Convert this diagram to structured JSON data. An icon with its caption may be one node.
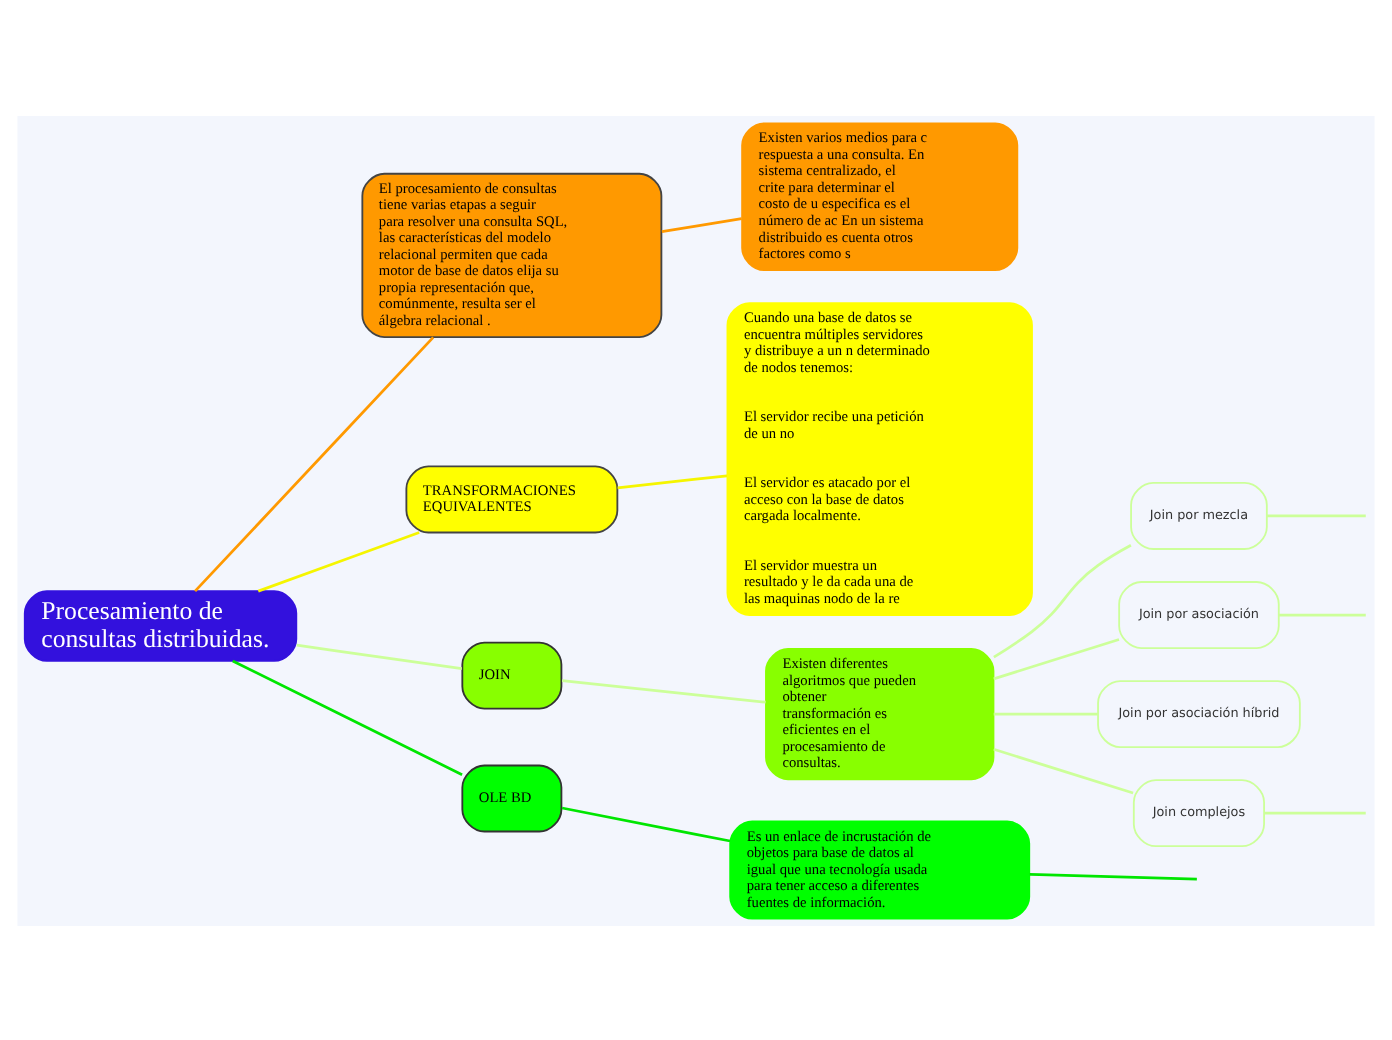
{
  "diagram": {
    "nodes": [
      {
        "text": [
          "Procesamiento de consultas distribuidas."
        ]
      },
      {
        "text": [
          "El procesamiento de consultas tiene varias etapas a seguir para resolver una consulta SQL, las características del modelo relacional permiten que cada motor de base de datos elija su propia representación que, comúnmente, resulta ser el álgebra relacional ."
        ]
      },
      {
        "text": [
          "Existen varios medios para c respuesta a una consulta. En sistema centralizado, el crite para determinar el costo de u especifica es el número de ac En un sistema distribuido es cuenta otros factores como s"
        ]
      },
      {
        "text": [
          "TRANSFORMACIONES EQUIVALENTES"
        ]
      },
      {
        "text": [
          "Cuando una base de datos se encuentra múltiples servidores y distribuye a un n determinado de nodos tenemos:",
          "El servidor recibe una petición de un no",
          "El servidor es atacado por el acceso con la base de datos cargada localmente.",
          "El servidor muestra un resultado y le da cada una de las maquinas nodo de la re"
        ]
      },
      {
        "text": [
          "JOIN"
        ]
      },
      {
        "text": [
          "Existen diferentes algoritmos que pueden obtener transformación es eficientes en el procesamiento de consultas."
        ]
      },
      {
        "text": [
          "Join por mezcla"
        ]
      },
      {
        "text": [
          "Join por asociación"
        ]
      },
      {
        "text": [
          "Join por asociación híbrid"
        ]
      },
      {
        "text": [
          "Join complejos"
        ]
      },
      {
        "text": [
          "OLE BD"
        ]
      },
      {
        "text": [
          "Es un enlace de incrustación de objetos para base de datos al igual que una tecnología usada para tener acceso a diferentes fuentes de información."
        ]
      }
    ],
    "edges": [
      {
        "from": 0,
        "to": 1,
        "arrow": "none",
        "color": "#ff9900"
      },
      {
        "from": 1,
        "to": 2,
        "arrow": "none",
        "color": "#ff9900"
      },
      {
        "from": 0,
        "to": 3,
        "arrow": "none",
        "color": "#f5f500"
      },
      {
        "from": 3,
        "to": 4,
        "arrow": "none",
        "color": "#f5f500"
      },
      {
        "from": 0,
        "to": 5,
        "arrow": "none"
      },
      {
        "from": 5,
        "to": 6,
        "arrow": "none"
      },
      {
        "from": 6,
        "to": 7,
        "arrow": "none"
      },
      {
        "from": 6,
        "to": 8,
        "arrow": "none"
      },
      {
        "from": 6,
        "to": 9,
        "arrow": "none"
      },
      {
        "from": 6,
        "to": 10,
        "arrow": "none"
      },
      {
        "from": 7,
        "to": null,
        "arrow": "none"
      },
      {
        "from": 8,
        "to": null,
        "arrow": "none"
      },
      {
        "from": 10,
        "to": null,
        "arrow": "none"
      },
      {
        "from": 0,
        "to": 11,
        "arrow": "none",
        "color": "#00e600"
      },
      {
        "from": 11,
        "to": 12,
        "arrow": "none",
        "color": "#00e600"
      },
      {
        "from": 12,
        "to": null,
        "arrow": "none",
        "color": "#00e600"
      }
    ]
  }
}
